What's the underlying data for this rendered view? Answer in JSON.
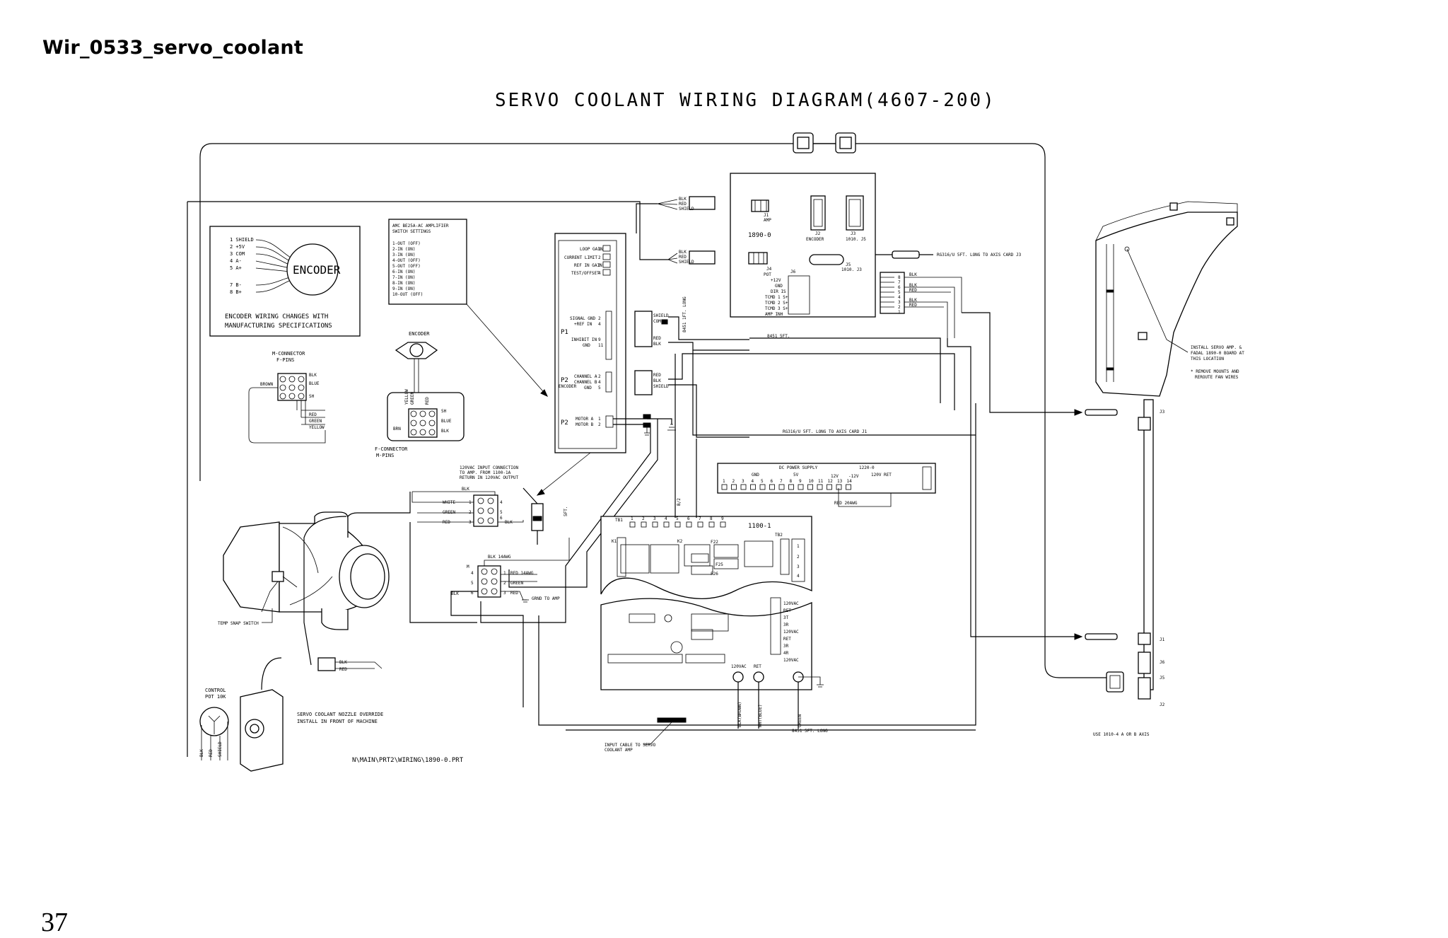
{
  "page": {
    "heading": "Wir_0533_servo_coolant",
    "number": "37"
  },
  "diagram": {
    "title": "SERVO COOLANT WIRING DIAGRAM(4607-200)",
    "file_path": "N\\MAIN\\PRT2\\WIRING\\1890-0.PRT",
    "encoder_box": {
      "pins": [
        "1 SHIELD",
        "2 +5V",
        "3 COM",
        "4 A-",
        "5 A+",
        "7 B-",
        "8 B+"
      ],
      "center_label": "ENCODER",
      "note_line1": "ENCODER WIRING CHANGES WITH",
      "note_line2": "MANUFACTURING SPECIFICATIONS"
    },
    "amp_settings": {
      "line1": "AMC BE25A-AC AMPLIFIER",
      "line2": "SWITCH SETTINGS",
      "switches": [
        "1-OUT (OFF)",
        "2-IN (ON)",
        "3-IN (ON)",
        "4-OUT (OFF)",
        "5-OUT (OFF)",
        "6-IN (ON)",
        "7-IN (ON)",
        "8-IN (ON)",
        "9-IN (ON)",
        "10-OUT (OFF)"
      ]
    },
    "amplifier": {
      "controls": [
        "LOOP GAIN",
        "CURRENT LIMIT",
        "REF IN GAIN",
        "TEST/OFFSET"
      ],
      "control_nums": [
        "1",
        "2",
        "3",
        "4"
      ],
      "p1_label": "P1",
      "p1_pins": [
        "SIGNAL GND",
        "+REF IN",
        "INHIBIT IN",
        "GND"
      ],
      "p1_nums": [
        "2",
        "4",
        "9",
        "11"
      ],
      "p2_label": "P2",
      "p2_sub": "ENCODER",
      "p2_pins": [
        "CHANNEL A",
        "CHANNEL B",
        "GND"
      ],
      "p2_nums": [
        "2",
        "4",
        "5"
      ],
      "motor_label": "P2",
      "motor_pins": [
        "MOTOR A",
        "MOTOR B"
      ],
      "motor_nums": [
        "1",
        "2"
      ]
    },
    "board_1890": {
      "label": "1890-0",
      "j1": "J1",
      "j1_sub": "AMP",
      "j2": "J2",
      "j2_sub": "ENCODER",
      "j3": "J3",
      "j3_sub": "1010. J5",
      "j4": "J4",
      "j4_sub": "POT",
      "j5": "J5",
      "j5_sub": "1010. J3",
      "j6": "J6",
      "j6_pins": [
        "+12V",
        "GND",
        "DIR IS",
        "TCMD 1 S+",
        "TCMD 2 S+",
        "TCMD 3 S+",
        "AMP INH"
      ]
    },
    "connectors": {
      "shield_wires_top": [
        "BLK",
        "RED",
        "SHIELD"
      ],
      "shield_wires_mid": [
        "BLK",
        "RED",
        "SHIELD"
      ],
      "p1_wires": [
        "SHIELD",
        "COM",
        "RED",
        "BLK"
      ],
      "p2_wires": [
        "RED",
        "BLK",
        "SHIELD"
      ],
      "cable_top": "RG316/U 5FT. LONG TO AXIS CARD J3",
      "cable_j1": "RG316/U 5FT. LONG TO AXIS CARD J1",
      "cable_8451_5": "8451 5FT.",
      "cable_8451_vert": "8451 1FT. LONG",
      "cable_bottom": "8451 5FT. LONG",
      "right_block_wires": [
        "BLK",
        "BLK",
        "RED",
        "BLK",
        "RED"
      ],
      "right_block_nums": [
        "8",
        "7",
        "6",
        "5",
        "4",
        "3",
        "2",
        "1"
      ],
      "vert_5ft": "5FT.",
      "vert_2": "B/2"
    },
    "m_connector": {
      "label1": "M-CONNECTOR",
      "label2": "F-PINS",
      "left_wire": "BROWN",
      "wires": [
        "BLK",
        "BLUE",
        "SH",
        "RED",
        "GREEN",
        "YELLOW"
      ]
    },
    "encoder_device": {
      "label": "ENCODER",
      "wires_top": [
        "YELLOW",
        "GREEN",
        "RED"
      ],
      "wires_side": [
        "SH",
        "BLUE",
        "BLK"
      ],
      "left_wire": "BRN",
      "f_label1": "F-CONNECTOR",
      "f_label2": "M-PINS"
    },
    "ac_input": {
      "note": [
        "120VAC INPUT CONNECTION",
        "TO AMP. FROM 1100-1A",
        "RETURN IN 120VAC OUTPUT"
      ],
      "block_wires": [
        "BLK",
        "WHITE",
        "GREEN",
        "RED",
        "BLK"
      ],
      "block_nums": [
        "1",
        "2",
        "3",
        "4",
        "5",
        "6"
      ]
    },
    "motor_block": {
      "label": "M",
      "top_wire": "BLK 14AWG",
      "wires": [
        "RED 14AWG",
        "GREEN",
        "RED"
      ],
      "left_wire": "BLK",
      "nums": [
        "1",
        "2",
        "3",
        "4",
        "5",
        "6"
      ],
      "gnd": "GRND TO AMP"
    },
    "motor": {
      "temp_switch": "TEMP SNAP SWITCH",
      "wires": [
        "BLK",
        "RED"
      ]
    },
    "control_pot": {
      "label1": "CONTROL",
      "label2": "POT 10K",
      "wires": [
        "BLK",
        "RED",
        "SHIELD"
      ]
    },
    "override": {
      "line1": "SERVO COOLANT NOZZLE OVERRIDE",
      "line2": "INSTALL IN FRONT OF MACHINE"
    },
    "dc_supply": {
      "gnd": "GND",
      "title": "DC POWER SUPPLY",
      "v5": "5V",
      "v12": "12V",
      "vm12": "-12V",
      "reg": "1220-0",
      "ret": "120V RET",
      "terminals": [
        "1",
        "2",
        "3",
        "4",
        "5",
        "6",
        "7",
        "8",
        "9",
        "10",
        "11",
        "12",
        "13",
        "14"
      ],
      "red_wire": "RED 20AWG"
    },
    "board_1100": {
      "label": "1100-1",
      "tb_label": "TB1",
      "tb_nums": [
        "1",
        "2",
        "3",
        "4",
        "5",
        "6",
        "7",
        "8",
        "9"
      ],
      "tb2": "TB2",
      "tb2_nums": [
        "1",
        "2",
        "3",
        "4"
      ],
      "k_labels": [
        "K1",
        "K2",
        "F22",
        "F25",
        "F26"
      ],
      "side_labels": [
        "120VAC",
        "RET",
        "3T",
        "3R",
        "120VAC",
        "RET",
        "3R",
        "4R",
        "120VAC"
      ],
      "term_labels": [
        "120VAC",
        "RET"
      ],
      "bottom_wires": [
        "BLK(BROWN)",
        "WHT(BLUE)",
        "GREEN"
      ],
      "input_cable1": "INPUT CABLE TO SERVO",
      "input_cable2": "COOLANT AMP"
    },
    "right_notes": {
      "install": [
        "INSTALL SERVO AMP. &",
        "FADAL 1890-0 BOARD AT",
        "THIS LOCATION"
      ],
      "remove": [
        "* REMOVE MOUNTS AND",
        "REROUTE FAN WIRES"
      ],
      "card_labels": [
        "J3",
        "J1",
        "J6",
        "J5",
        "J2"
      ],
      "use_note": "USE 1010-4 A OR B AXIS"
    }
  }
}
